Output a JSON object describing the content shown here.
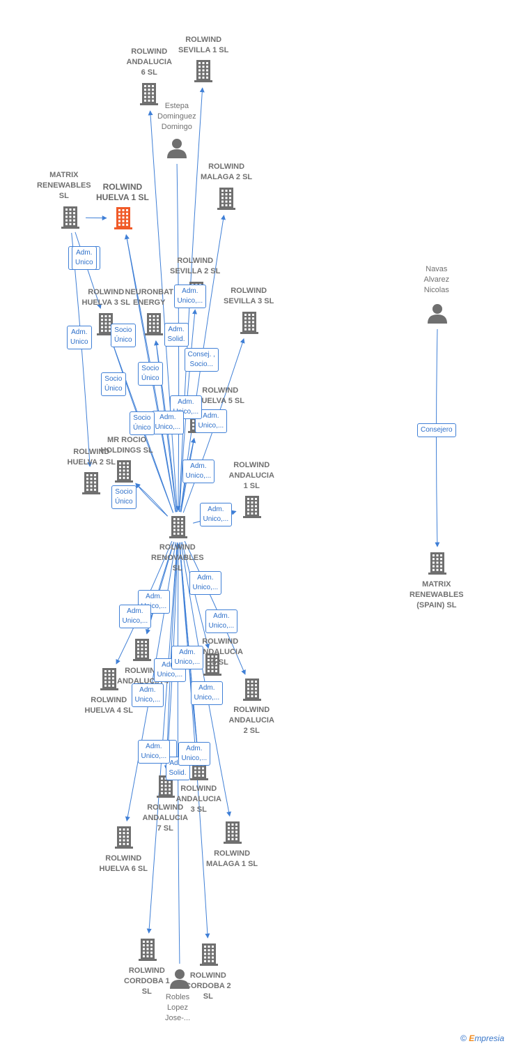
{
  "colors": {
    "edge": "#3f7fd6",
    "building": "#6f6f6f",
    "focus_building": "#f05a28",
    "person": "#6f6f6f"
  },
  "nodes": [
    {
      "id": "sevilla1",
      "type": "company",
      "label": "ROLWIND\nSEVILLA 1  SL"
    },
    {
      "id": "andalucia6",
      "type": "company",
      "label": "ROLWIND\nANDALUCIA\n6  SL"
    },
    {
      "id": "estepa",
      "type": "person",
      "label": "Estepa\nDominguez\nDomingo"
    },
    {
      "id": "malaga2",
      "type": "company",
      "label": "ROLWIND\nMALAGA 2  SL"
    },
    {
      "id": "matrix_ren",
      "type": "company",
      "label": "MATRIX\nRENEWABLES\nSL"
    },
    {
      "id": "huelva1",
      "type": "company",
      "label": "ROLWIND\nHUELVA 1  SL",
      "focus": true
    },
    {
      "id": "sevilla2",
      "type": "company",
      "label": "ROLWIND\nSEVILLA 2  SL"
    },
    {
      "id": "huelva3",
      "type": "company",
      "label": "ROLWIND\nHUELVA 3  SL"
    },
    {
      "id": "neuronbat",
      "type": "company",
      "label": "NEURONBAT\nENERGY"
    },
    {
      "id": "sevilla3",
      "type": "company",
      "label": "ROLWIND\nSEVILLA 3  SL"
    },
    {
      "id": "navas",
      "type": "person",
      "label": "Navas\nAlvarez\nNicolas"
    },
    {
      "id": "huelva5",
      "type": "company",
      "label": "ROLWIND\nHUELVA 5  SL"
    },
    {
      "id": "mrrocio",
      "type": "company",
      "label": "MR ROCIO\nHOLDINGS  SL"
    },
    {
      "id": "huelva2",
      "type": "company",
      "label": "ROLWIND\nHUELVA 2  SL"
    },
    {
      "id": "andalucia1",
      "type": "company",
      "label": "ROLWIND\nANDALUCIA\n1  SL"
    },
    {
      "id": "renovables",
      "type": "company",
      "label": "ROLWIND\nRENOVABLES\nSL"
    },
    {
      "id": "matrix_spain",
      "type": "company",
      "label": "MATRIX\nRENEWABLES\n(SPAIN)  SL"
    },
    {
      "id": "andalucia4",
      "type": "company",
      "label": "ROLWIND\nANDALUCIA 4"
    },
    {
      "id": "huelva4",
      "type": "company",
      "label": "ROLWIND\nHUELVA 4  SL"
    },
    {
      "id": "andalucia5",
      "type": "company",
      "label": "ROLWIND\nANDALUCIA\n5  SL"
    },
    {
      "id": "andalucia2",
      "type": "company",
      "label": "ROLWIND\nANDALUCIA\n2  SL"
    },
    {
      "id": "andalucia3",
      "type": "company",
      "label": "ROLWIND\nANDALUCIA\n3  SL"
    },
    {
      "id": "andalucia7",
      "type": "company",
      "label": "ROLWIND\nANDALUCIA\n7  SL"
    },
    {
      "id": "huelva6",
      "type": "company",
      "label": "ROLWIND\nHUELVA 6  SL"
    },
    {
      "id": "malaga1",
      "type": "company",
      "label": "ROLWIND\nMALAGA 1  SL"
    },
    {
      "id": "cordoba1",
      "type": "company",
      "label": "ROLWIND\nCORDOBA 1\nSL"
    },
    {
      "id": "cordoba2",
      "type": "company",
      "label": "ROLWIND\nCORDOBA 2\nSL"
    },
    {
      "id": "robles",
      "type": "person",
      "label": "Robles\nLopez\nJose-..."
    }
  ],
  "edges": [
    {
      "from": "renovables",
      "to": "sevilla1"
    },
    {
      "from": "renovables",
      "to": "andalucia6"
    },
    {
      "from": "estepa",
      "to": "renovables"
    },
    {
      "from": "renovables",
      "to": "malaga2"
    },
    {
      "from": "renovables",
      "to": "huelva1",
      "tag": "Adm.\nUnico,..."
    },
    {
      "from": "renovables",
      "to": "huelva1",
      "tag": "Socio\nÚnico"
    },
    {
      "from": "matrix_ren",
      "to": "huelva1"
    },
    {
      "from": "matrix_ren",
      "to": "huelva3",
      "tag": "Adm.\nUnico"
    },
    {
      "from": "matrix_ren",
      "to": "huelva2",
      "tag": "Adm.\nUnico"
    },
    {
      "from": "renovables",
      "to": "sevilla2",
      "tag": "Adm.\nUnico,..."
    },
    {
      "from": "renovables",
      "to": "neuronbat",
      "tag": "Adm.\nSolid."
    },
    {
      "from": "renovables",
      "to": "neuronbat",
      "tag": "Consej. ,\nSocio..."
    },
    {
      "from": "renovables",
      "to": "huelva3",
      "tag": "Socio\nÚnico"
    },
    {
      "from": "renovables",
      "to": "huelva3",
      "tag": "Socio\nÚnico"
    },
    {
      "from": "renovables",
      "to": "sevilla3",
      "tag": "Adm.\nUnico,..."
    },
    {
      "from": "renovables",
      "to": "huelva5",
      "tag": "Adm.\nUnico,..."
    },
    {
      "from": "renovables",
      "to": "huelva5",
      "tag": "Adm.\nUnico,..."
    },
    {
      "from": "renovables",
      "to": "mrrocio",
      "tag": "Socio\nÚnico"
    },
    {
      "from": "renovables",
      "to": "mrrocio",
      "tag": "Socio\nÚnico"
    },
    {
      "from": "renovables",
      "to": "andalucia1",
      "tag": "Adm.\nUnico,..."
    },
    {
      "from": "renovables",
      "to": "andalucia1",
      "tag": "Adm.\nUnico,..."
    },
    {
      "from": "navas",
      "to": "matrix_spain",
      "tag": "Consejero"
    },
    {
      "from": "renovables",
      "to": "andalucia5",
      "tag": "Adm.\nUnico,..."
    },
    {
      "from": "renovables",
      "to": "andalucia2",
      "tag": "Adm.\nUnico,..."
    },
    {
      "from": "renovables",
      "to": "andalucia4",
      "tag": "Adm.\nUnico,..."
    },
    {
      "from": "renovables",
      "to": "andalucia4",
      "tag": "Adm.\nUnico,..."
    },
    {
      "from": "renovables",
      "to": "huelva4",
      "tag": "Adm.\nUnico,..."
    },
    {
      "from": "renovables",
      "to": "andalucia3",
      "tag": "Adm.\nUnico,..."
    },
    {
      "from": "renovables",
      "to": "andalucia3",
      "tag": "Adm.\nUnico,..."
    },
    {
      "from": "renovables",
      "to": "andalucia7",
      "tag": "Adm.\nUnico,..."
    },
    {
      "from": "renovables",
      "to": "andalucia7",
      "tag": "Adm.\nUnico,..."
    },
    {
      "from": "renovables",
      "to": "andalucia3",
      "tag": "Adm.\nSolid."
    },
    {
      "from": "renovables",
      "to": "huelva6",
      "tag": "Adm.\nUnico,..."
    },
    {
      "from": "renovables",
      "to": "malaga1",
      "tag": "Adm.\nUnico,..."
    },
    {
      "from": "renovables",
      "to": "cordoba1"
    },
    {
      "from": "renovables",
      "to": "cordoba2"
    },
    {
      "from": "robles",
      "to": "renovables"
    }
  ],
  "footer": {
    "copyright": "©",
    "brand_e": "E",
    "brand": "mpresia"
  }
}
